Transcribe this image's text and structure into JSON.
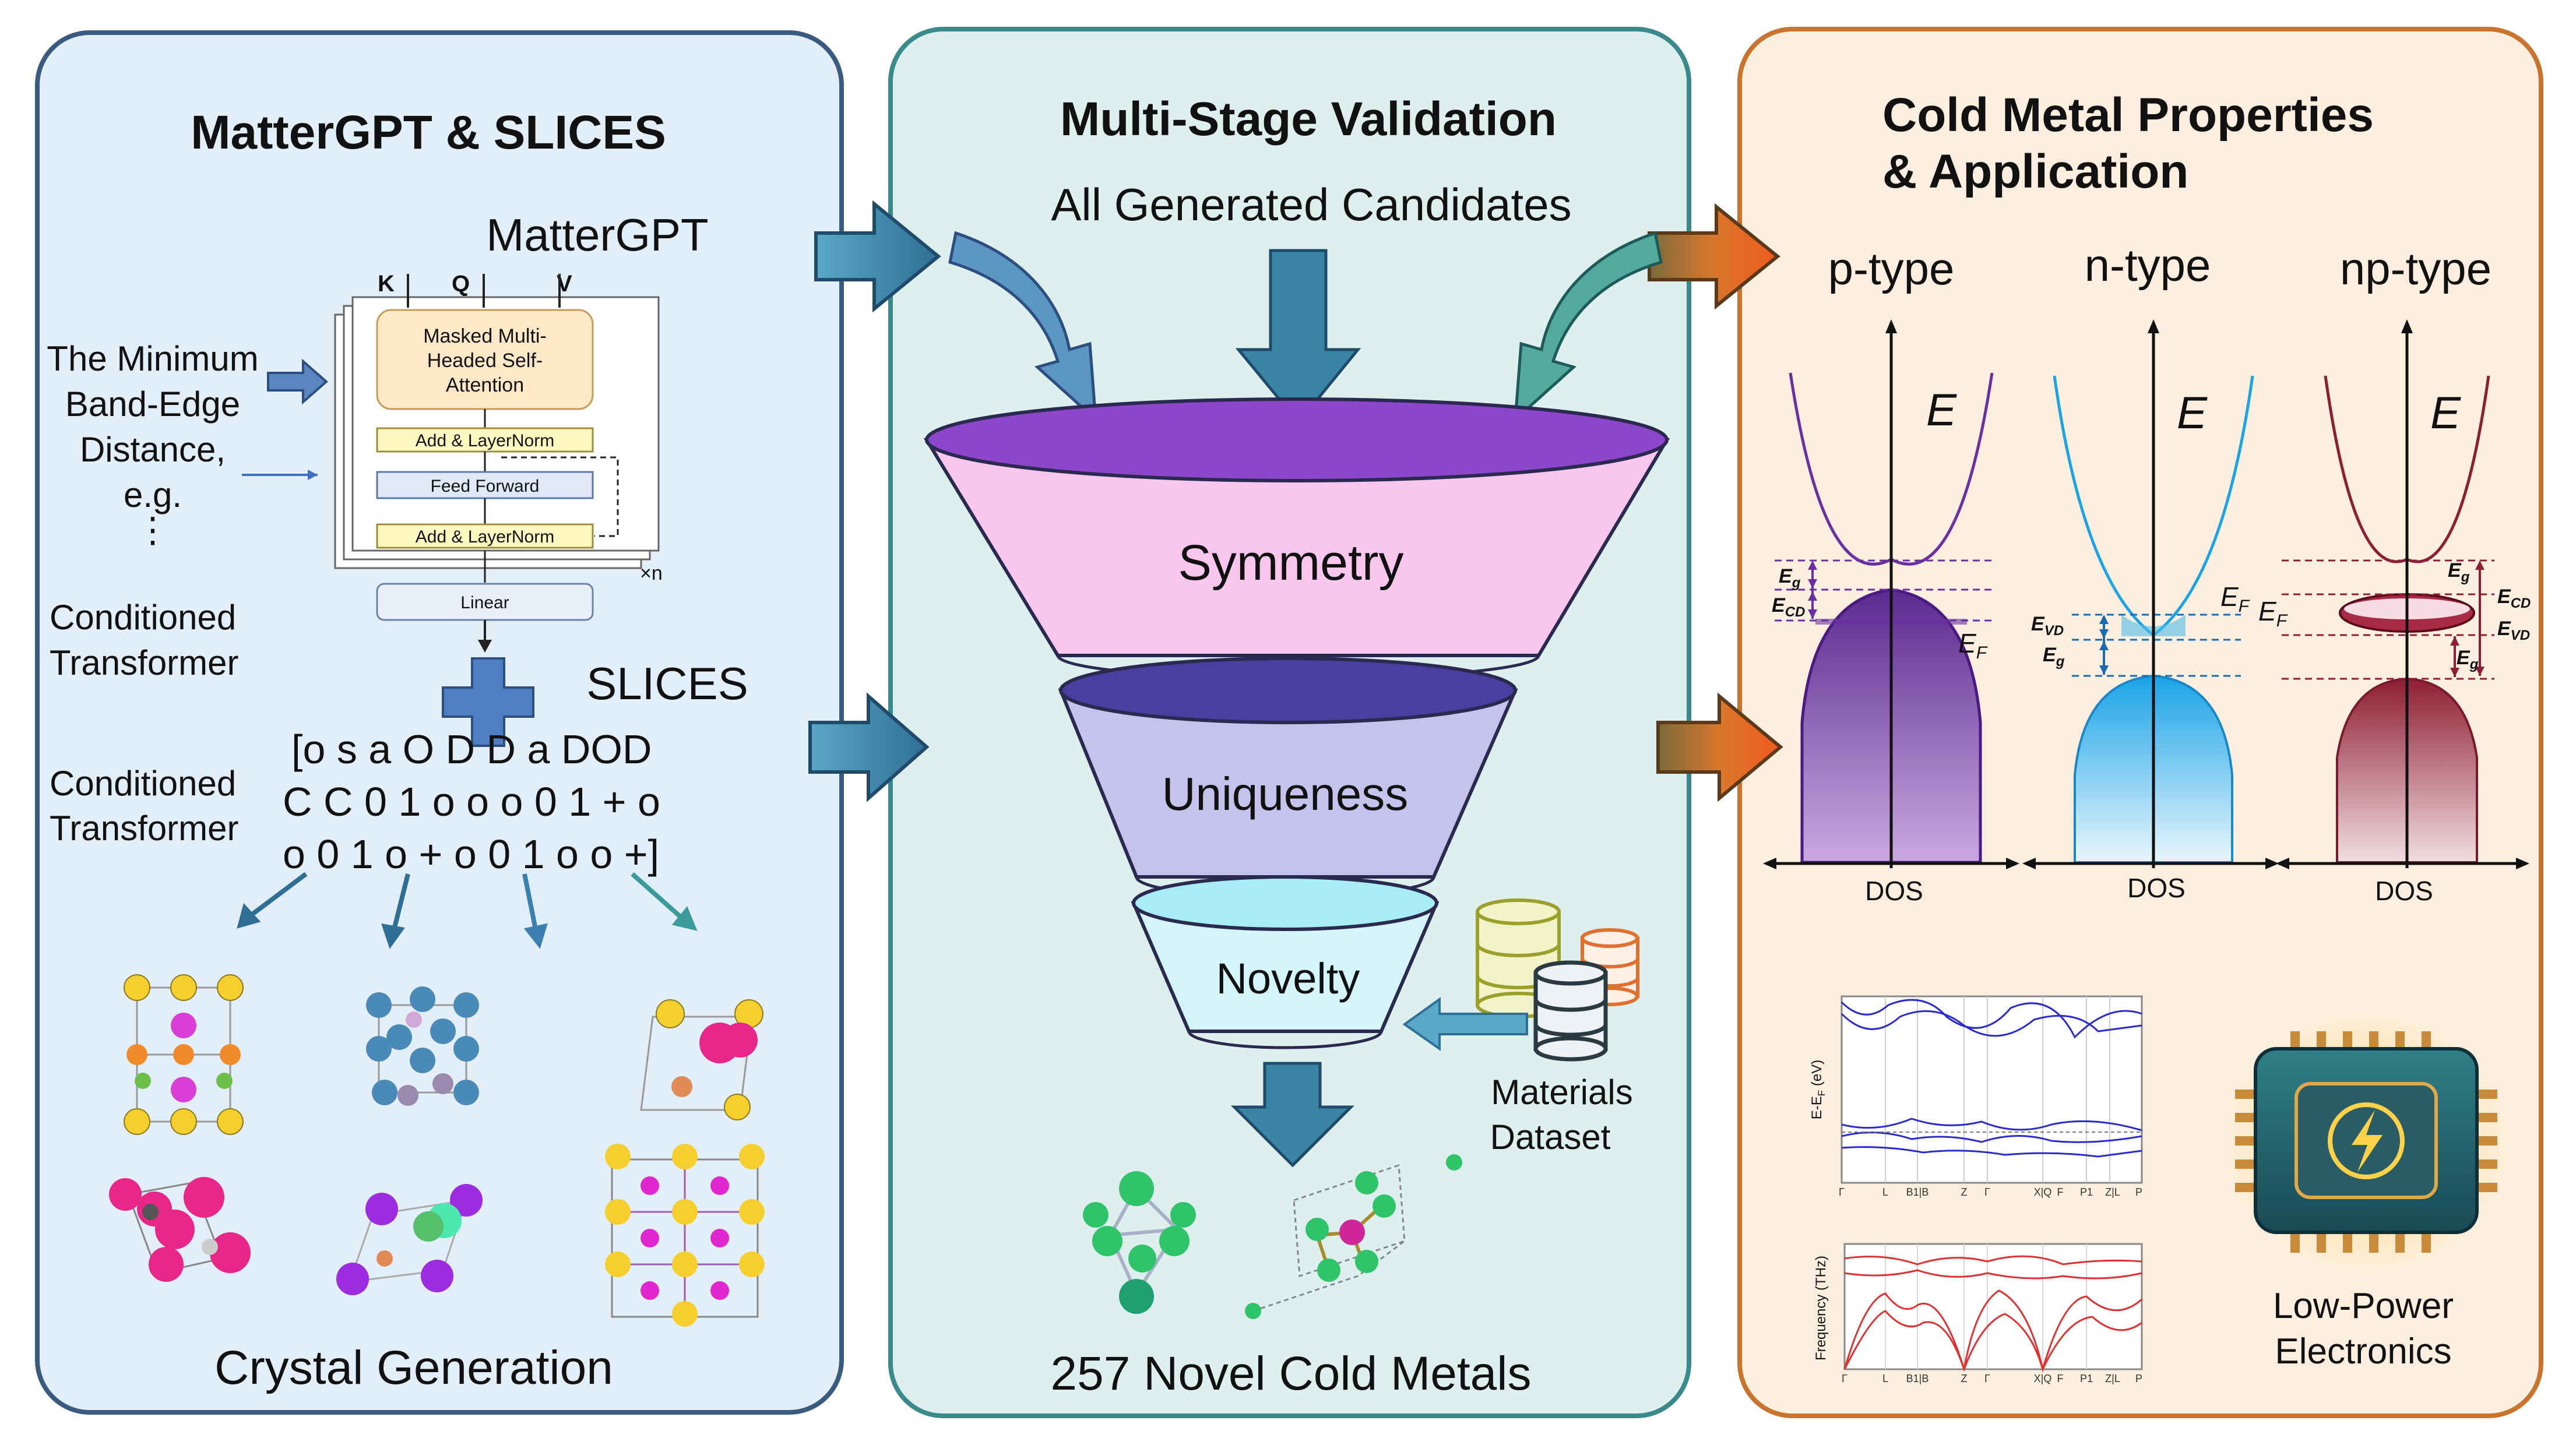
{
  "panel_left": {
    "title": "MatterGPT & SLICES",
    "mattergpt_label": "MatterGPT",
    "input_label_lines": [
      "The Minimum",
      "Band-Edge",
      "Distance,",
      "e.g.",
      "⋮"
    ],
    "kqv": [
      "K",
      "Q",
      "V"
    ],
    "attention_lines": [
      "Masked Multi-",
      "Headed Self-",
      "Attention"
    ],
    "add_norm": "Add & LayerNorm",
    "feed_forward": "Feed Forward",
    "repeat": "×n",
    "linear": "Linear",
    "cond_transformer_1": [
      "Conditioned",
      "Transformer"
    ],
    "cond_transformer_2": [
      "Conditioned",
      "Transformer"
    ],
    "slices_label": "SLICES",
    "slices_string": [
      "[o s a O D D a DOD",
      "C C 0 1 o o o 0 1 + o",
      "o 0 1 o + o 0 1 o o +]"
    ],
    "footer": "Crystal Generation"
  },
  "panel_mid": {
    "title": "Multi-Stage Validation",
    "candidates": "All Generated Candidates",
    "stages": [
      "Symmetry",
      "Uniqueness",
      "Novelty"
    ],
    "dataset_lines": [
      "Materials",
      "Dataset"
    ],
    "footer": "257 Novel Cold Metals"
  },
  "panel_right": {
    "title_lines": [
      "Cold Metal Properties",
      "& Application"
    ],
    "types": [
      "p-type",
      "n-type",
      "np-type"
    ],
    "energy_axis": "E",
    "dos_axis": "DOS",
    "fermi_sym": "E",
    "fermi_sub": "F",
    "gap_sym": "E",
    "gap_sub": "g",
    "cd_sub": "CD",
    "vd_sub": "VD",
    "band_ylabel": "E-E",
    "band_ylabel_sub": "F",
    "band_ylabel_unit": " (eV)",
    "phonon_ylabel": "Frequency (THz)",
    "kpath_labels": [
      "Γ",
      "L",
      "B1|B",
      "Z",
      "Γ",
      "X|Q",
      "F",
      "P1",
      "Z|L",
      "P"
    ],
    "electronics_lines": [
      "Low-Power",
      "Electronics"
    ]
  },
  "colors": {
    "left_bg": "#e2eef8",
    "mid_bg": "#ddf0ee",
    "right_bg": "#fcefdf",
    "arrow_blue": "#3d7fa3",
    "p_type": "#6a2fa0",
    "n_type": "#1aa3e6",
    "np_type": "#8e1e33"
  }
}
